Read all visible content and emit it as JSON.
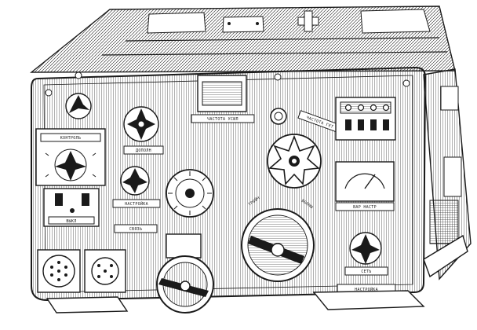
{
  "illustration": {
    "subject": "radio-set-front-panel",
    "style": "pen-and-ink line engraving",
    "colors": {
      "ink": "#1a1a1a",
      "paper": "#ffffff"
    }
  },
  "panel_labels": {
    "top_center_plate": "ЧАСТОТА УСИЛ",
    "right_top_plate": "ЧАСТОТА ГЕТ",
    "left_upper_plate": "КОНТРОЛЬ",
    "left_lower_plate": "ВЫКЛ",
    "center_left_plate": "ДОПОЛН",
    "center_mid_plate": "НАСТРОЙКА",
    "center_small_plate": "СВЯЗЬ",
    "bottom_dial_arc_left": "ТРОЙЧ",
    "bottom_dial_arc_right": "ВОЛНЫ",
    "right_mid_plate": "ВАР НАСТР",
    "right_lower_plate": "СЕТЬ",
    "bottom_plate": "НАСТРОЙКА"
  }
}
